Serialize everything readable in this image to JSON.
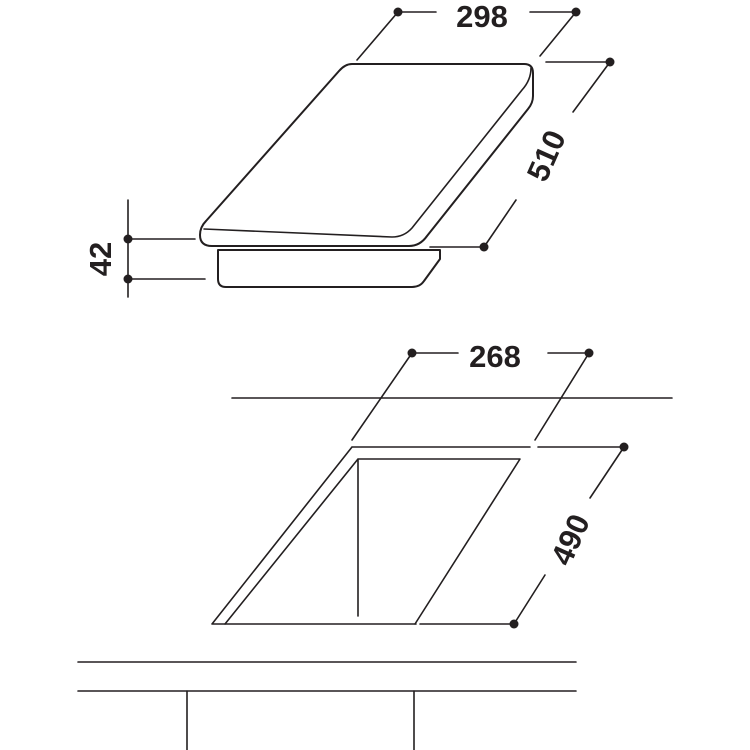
{
  "hob": {
    "width_label": "298",
    "depth_label": "510",
    "height_label": "42"
  },
  "cutout": {
    "width_label": "268",
    "depth_label": "490"
  },
  "colors": {
    "line": "#231f20",
    "background": "#ffffff"
  }
}
